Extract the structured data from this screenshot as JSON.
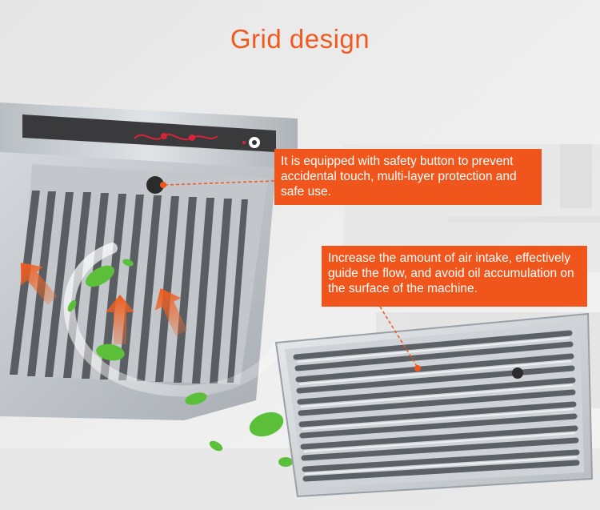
{
  "title": "Grid design",
  "callouts": [
    {
      "text": "It is equipped with safety button to prevent accidental touch, multi-layer protection and safe use."
    },
    {
      "text": "Increase the amount of air intake, effectively guide the flow, and avoid oil accumulation on the surface of the machine."
    }
  ],
  "colors": {
    "accent": "#f0561c",
    "title": "#f05a1f",
    "leaf": "#5cbf3a",
    "steel": "#c9cdd1"
  }
}
